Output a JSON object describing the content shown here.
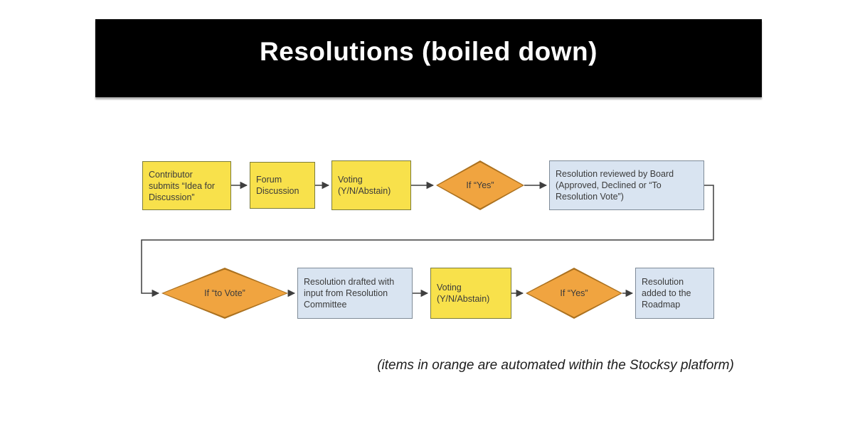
{
  "header": {
    "title": "Resolutions (boiled down)"
  },
  "palette": {
    "header_bg": "#000000",
    "header_text": "#ffffff",
    "yellow_fill": "#f8e14b",
    "yellow_border": "#7c7c3a",
    "orange_fill": "#f0a440",
    "orange_border": "#ab711f",
    "blue_fill": "#d9e4f1",
    "blue_border": "#7f8b98",
    "connector": "#3f3f3f",
    "node_text": "#3b3b3b"
  },
  "diagram": {
    "nodes": [
      {
        "id": "contributor-submits",
        "shape": "rect",
        "color": "yellow",
        "label": "Contributor submits “Idea for Discussion”"
      },
      {
        "id": "forum-discussion",
        "shape": "rect",
        "color": "yellow",
        "label": "Forum Discussion"
      },
      {
        "id": "voting-1",
        "shape": "rect",
        "color": "yellow",
        "label": "Voting (Y/N/Abstain)"
      },
      {
        "id": "if-yes-1",
        "shape": "diamond",
        "color": "orange",
        "label": "If “Yes”"
      },
      {
        "id": "board-review",
        "shape": "rect",
        "color": "blue",
        "label": "Resolution reviewed by Board (Approved, Declined or “To Resolution Vote”)"
      },
      {
        "id": "if-to-vote",
        "shape": "diamond",
        "color": "orange",
        "label": "If “to Vote”"
      },
      {
        "id": "resolution-drafted",
        "shape": "rect",
        "color": "blue",
        "label": "Resolution drafted with input from Resolution Committee"
      },
      {
        "id": "voting-2",
        "shape": "rect",
        "color": "yellow",
        "label": "Voting (Y/N/Abstain)"
      },
      {
        "id": "if-yes-2",
        "shape": "diamond",
        "color": "orange",
        "label": "If “Yes”"
      },
      {
        "id": "added-to-roadmap",
        "shape": "rect",
        "color": "blue",
        "label": "Resolution added to the Roadmap"
      }
    ]
  },
  "caption": "(items in orange are automated within the Stocksy platform)"
}
